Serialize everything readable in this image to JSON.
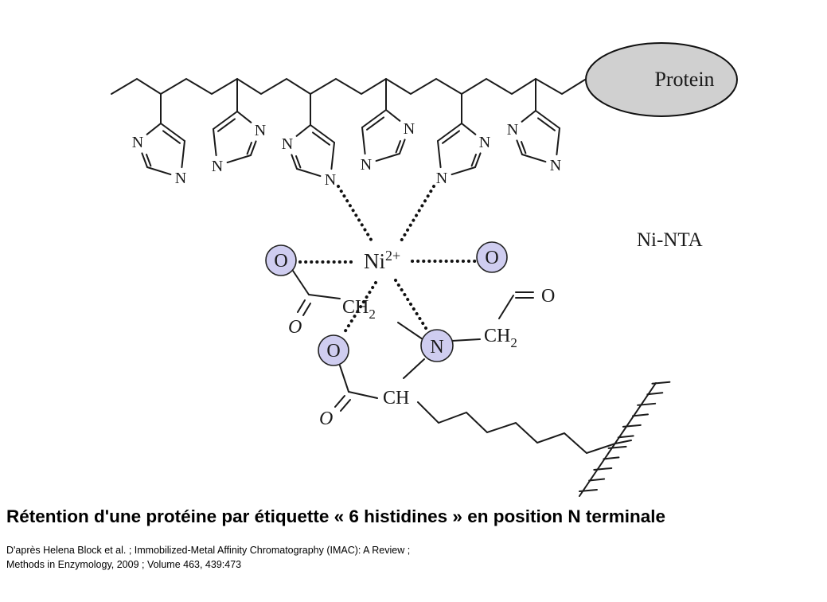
{
  "diagram": {
    "protein_label": "Protein",
    "complex_label": "Ni-NTA",
    "metal": {
      "symbol": "Ni",
      "charge": "2+"
    },
    "atoms": {
      "N": "N",
      "O": "O",
      "CH2_base": "CH",
      "CH2_sub": "2",
      "CH": "CH"
    },
    "histidine_count": 6,
    "colors": {
      "ligand_circle": "#cfcdf0",
      "protein": "#d0d0d0"
    }
  },
  "caption": {
    "title": "Rétention d'une protéine par étiquette « 6 histidines » en position N terminale",
    "reference_line1": "D'après Helena Block et al. ; Immobilized-Metal Affinity Chromatography (IMAC): A Review ;",
    "reference_line2": "Methods in Enzymology, 2009 ; Volume 463, 439:473"
  }
}
